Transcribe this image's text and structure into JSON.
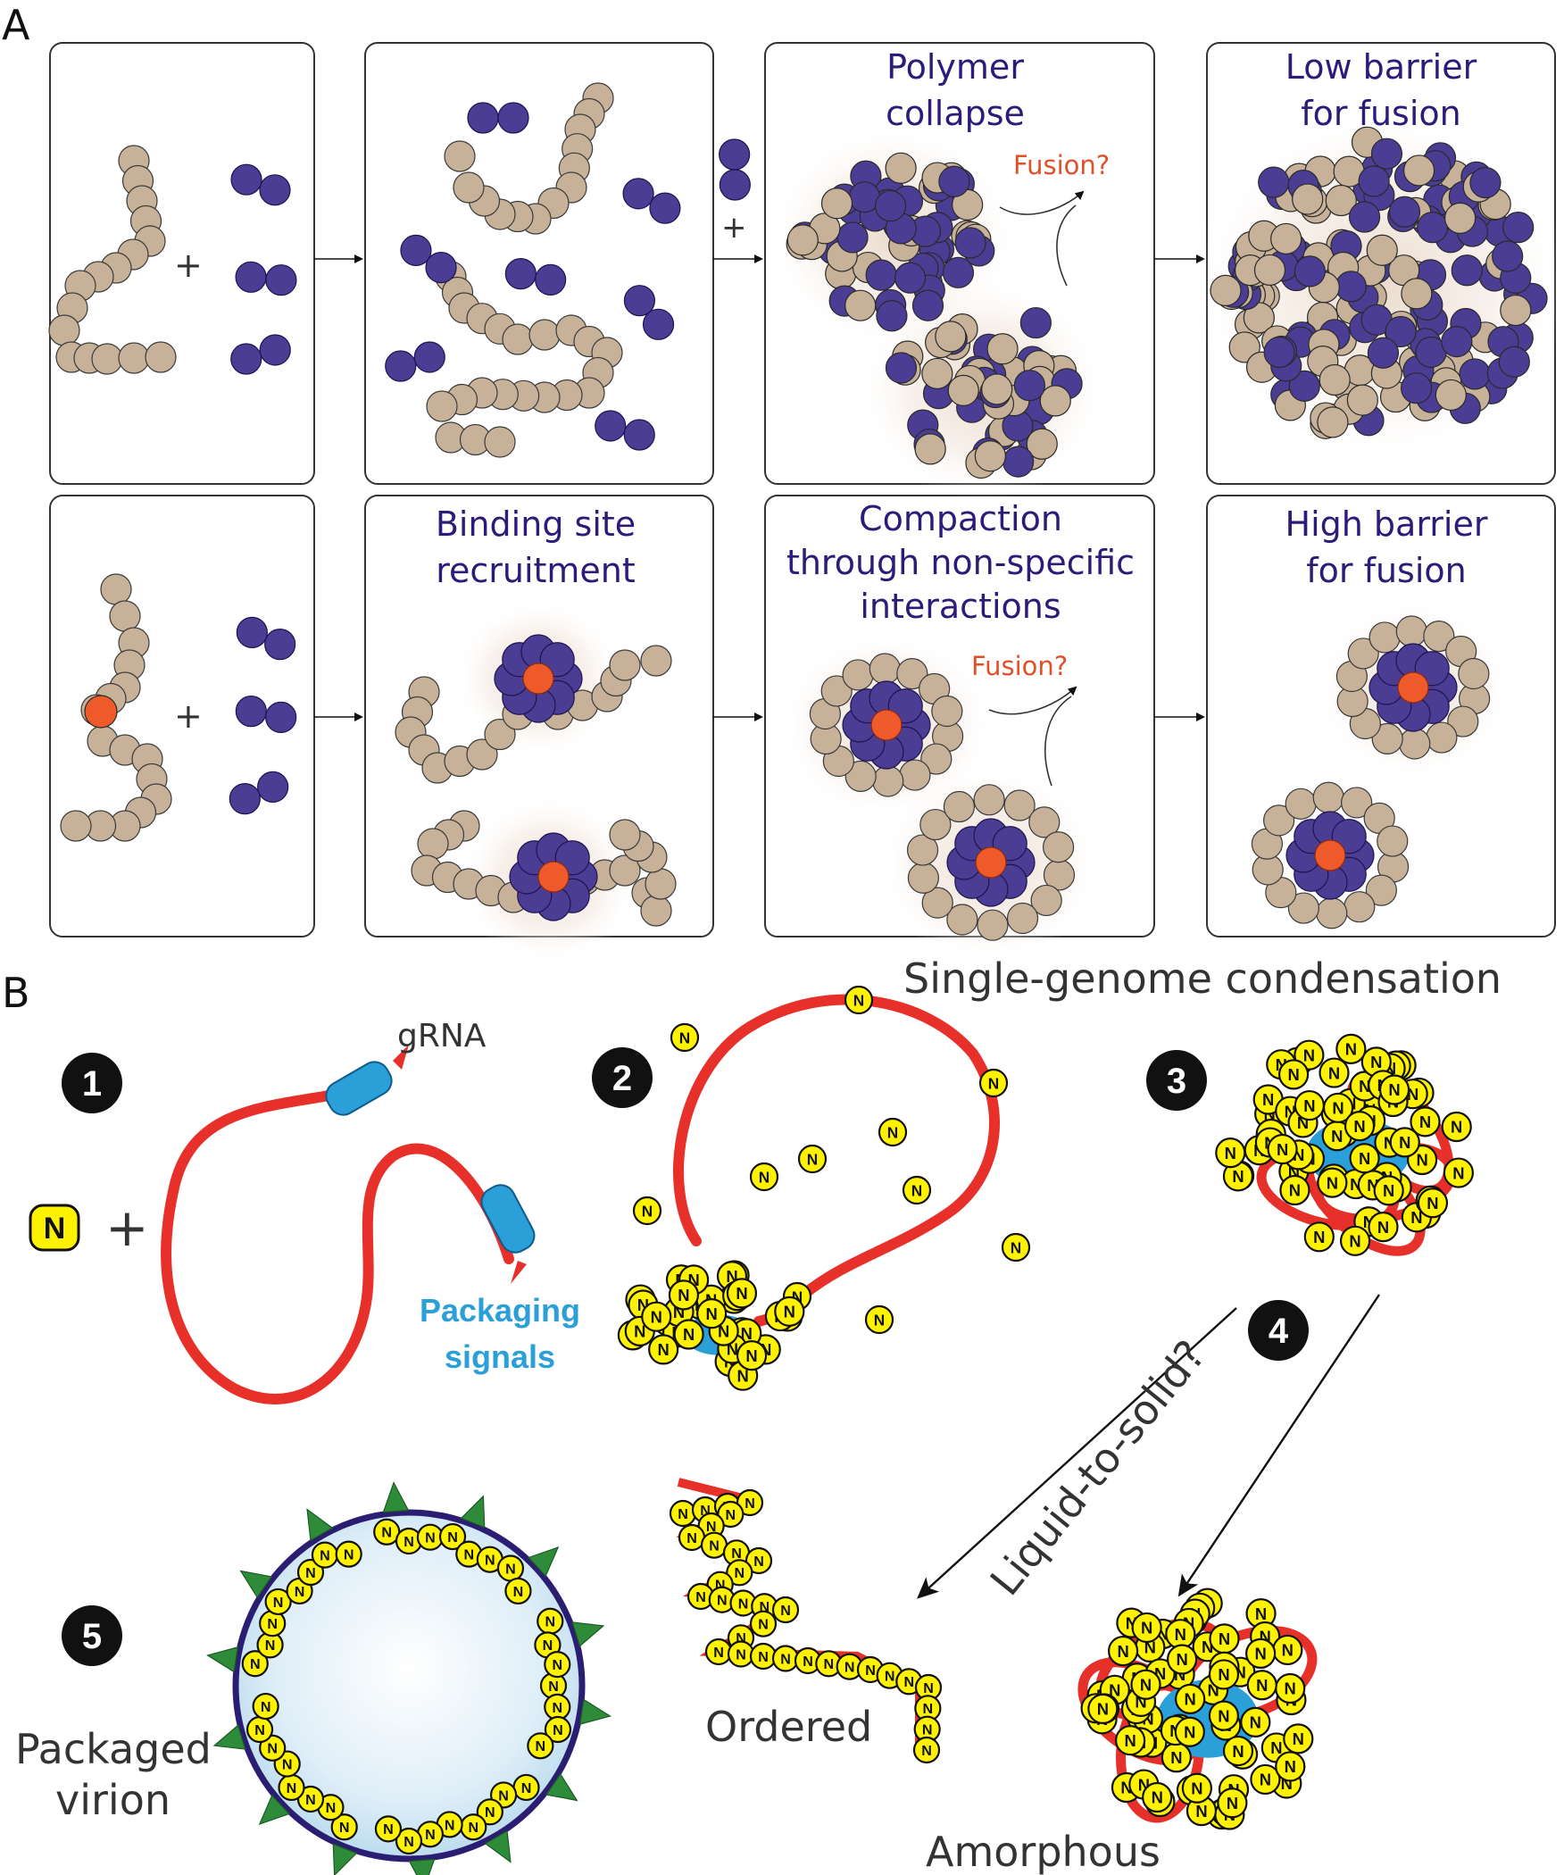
{
  "panel_a": {
    "label": "A",
    "plus": "+",
    "top_row": {
      "box3_title": [
        "Polymer",
        "collapse"
      ],
      "box3_fusion": "Fusion?",
      "box4_title": [
        "Low barrier",
        "for fusion"
      ]
    },
    "bottom_row": {
      "box2_title": [
        "Binding site",
        "recruitment"
      ],
      "box3_title": [
        "Compaction",
        "through non-specific",
        "interactions"
      ],
      "box3_fusion": "Fusion?",
      "box4_title": [
        "High barrier",
        "for fusion"
      ]
    }
  },
  "panel_b": {
    "label": "B",
    "heading": "Single-genome condensation",
    "steps": [
      "1",
      "2",
      "3",
      "4",
      "5"
    ],
    "n_symbol": "N",
    "plus": "+",
    "grna_label": "gRNA",
    "packaging_label": [
      "Packaging",
      "signals"
    ],
    "transition_label": "Liquid-to-solid?",
    "ordered_label": "Ordered",
    "amorphous_label": "Amorphous",
    "virion_label": [
      "Packaged",
      "virion"
    ]
  },
  "colors": {
    "polymer_bead": "#c7b299",
    "protein": "#4b3c94",
    "binding_site": "#ee5a2a",
    "rna": "#e8302a",
    "packaging_signal": "#2b9fd8",
    "n_protein": "#fff200",
    "spike": "#2e8b3a",
    "title_purple": "#2e1a78",
    "fusion_red": "#e2502a"
  }
}
